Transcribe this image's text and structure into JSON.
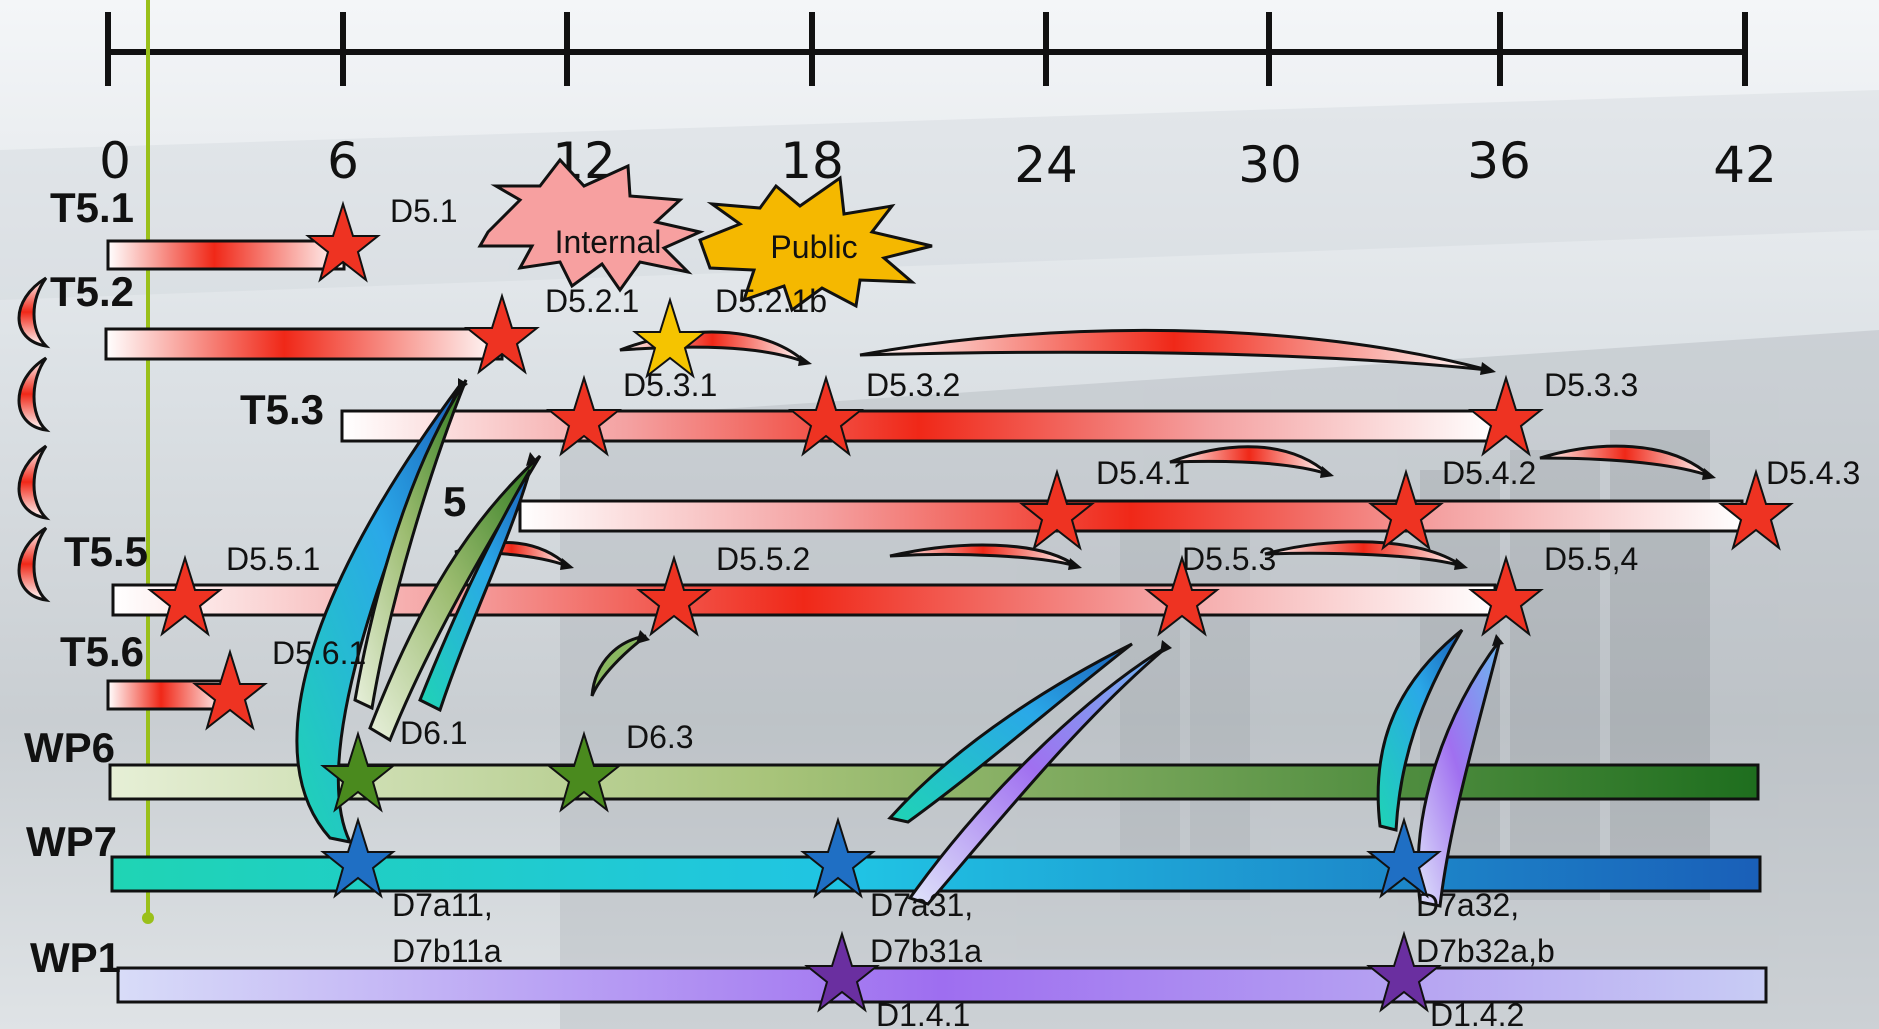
{
  "timeline": {
    "ticks": [
      "0",
      "6",
      "12",
      "18",
      "24",
      "30",
      "36",
      "42"
    ]
  },
  "rows": {
    "t51": "T5.1",
    "t52": "T5.2",
    "t53": "T5.3",
    "t54": "5",
    "t55": "T5.5",
    "t56": "T5.6",
    "wp6": "WP6",
    "wp7": "WP7",
    "wp1": "WP1"
  },
  "bursts": {
    "internal": "Internal",
    "public": "Public"
  },
  "deliverables": {
    "d51": "D5.1",
    "d521": "D5.2.1",
    "d521b": "D5.2.1b",
    "d531": "D5.3.1",
    "d532": "D5.3.2",
    "d533": "D5.3.3",
    "d541": "D5.4.1",
    "d542": "D5.4.2",
    "d543": "D5.4.3",
    "d551": "D5.5.1",
    "d552": "D5.5.2",
    "d553": "D5.5.3",
    "d554": "D5.5,4",
    "d561": "D5.6.1",
    "d61": "D6.1",
    "d63": "D6.3",
    "d7a11": "D7a11,",
    "d7b11a": "D7b11a",
    "d7a31": "D7a31,",
    "d7b31a": "D7b31a",
    "d7a32": "D7a32,",
    "d7b32ab": "D7b32a,b",
    "d141": "D1.4.1",
    "d142": "D1.4.2"
  },
  "colors": {
    "milestone_red": "#ee3322",
    "milestone_yellow": "#f5c400",
    "wp6_star": "#4a8a1e",
    "wp7_star": "#1f6fc4",
    "wp1_star": "#6a2fa0",
    "wp6_bar_end": "#1e6e1e",
    "wp7_bar_end": "#1a5fb8",
    "wp1_bar_end": "#7b3fe0",
    "internal_burst": "#f7a0a0",
    "public_burst": "#f5b800"
  }
}
